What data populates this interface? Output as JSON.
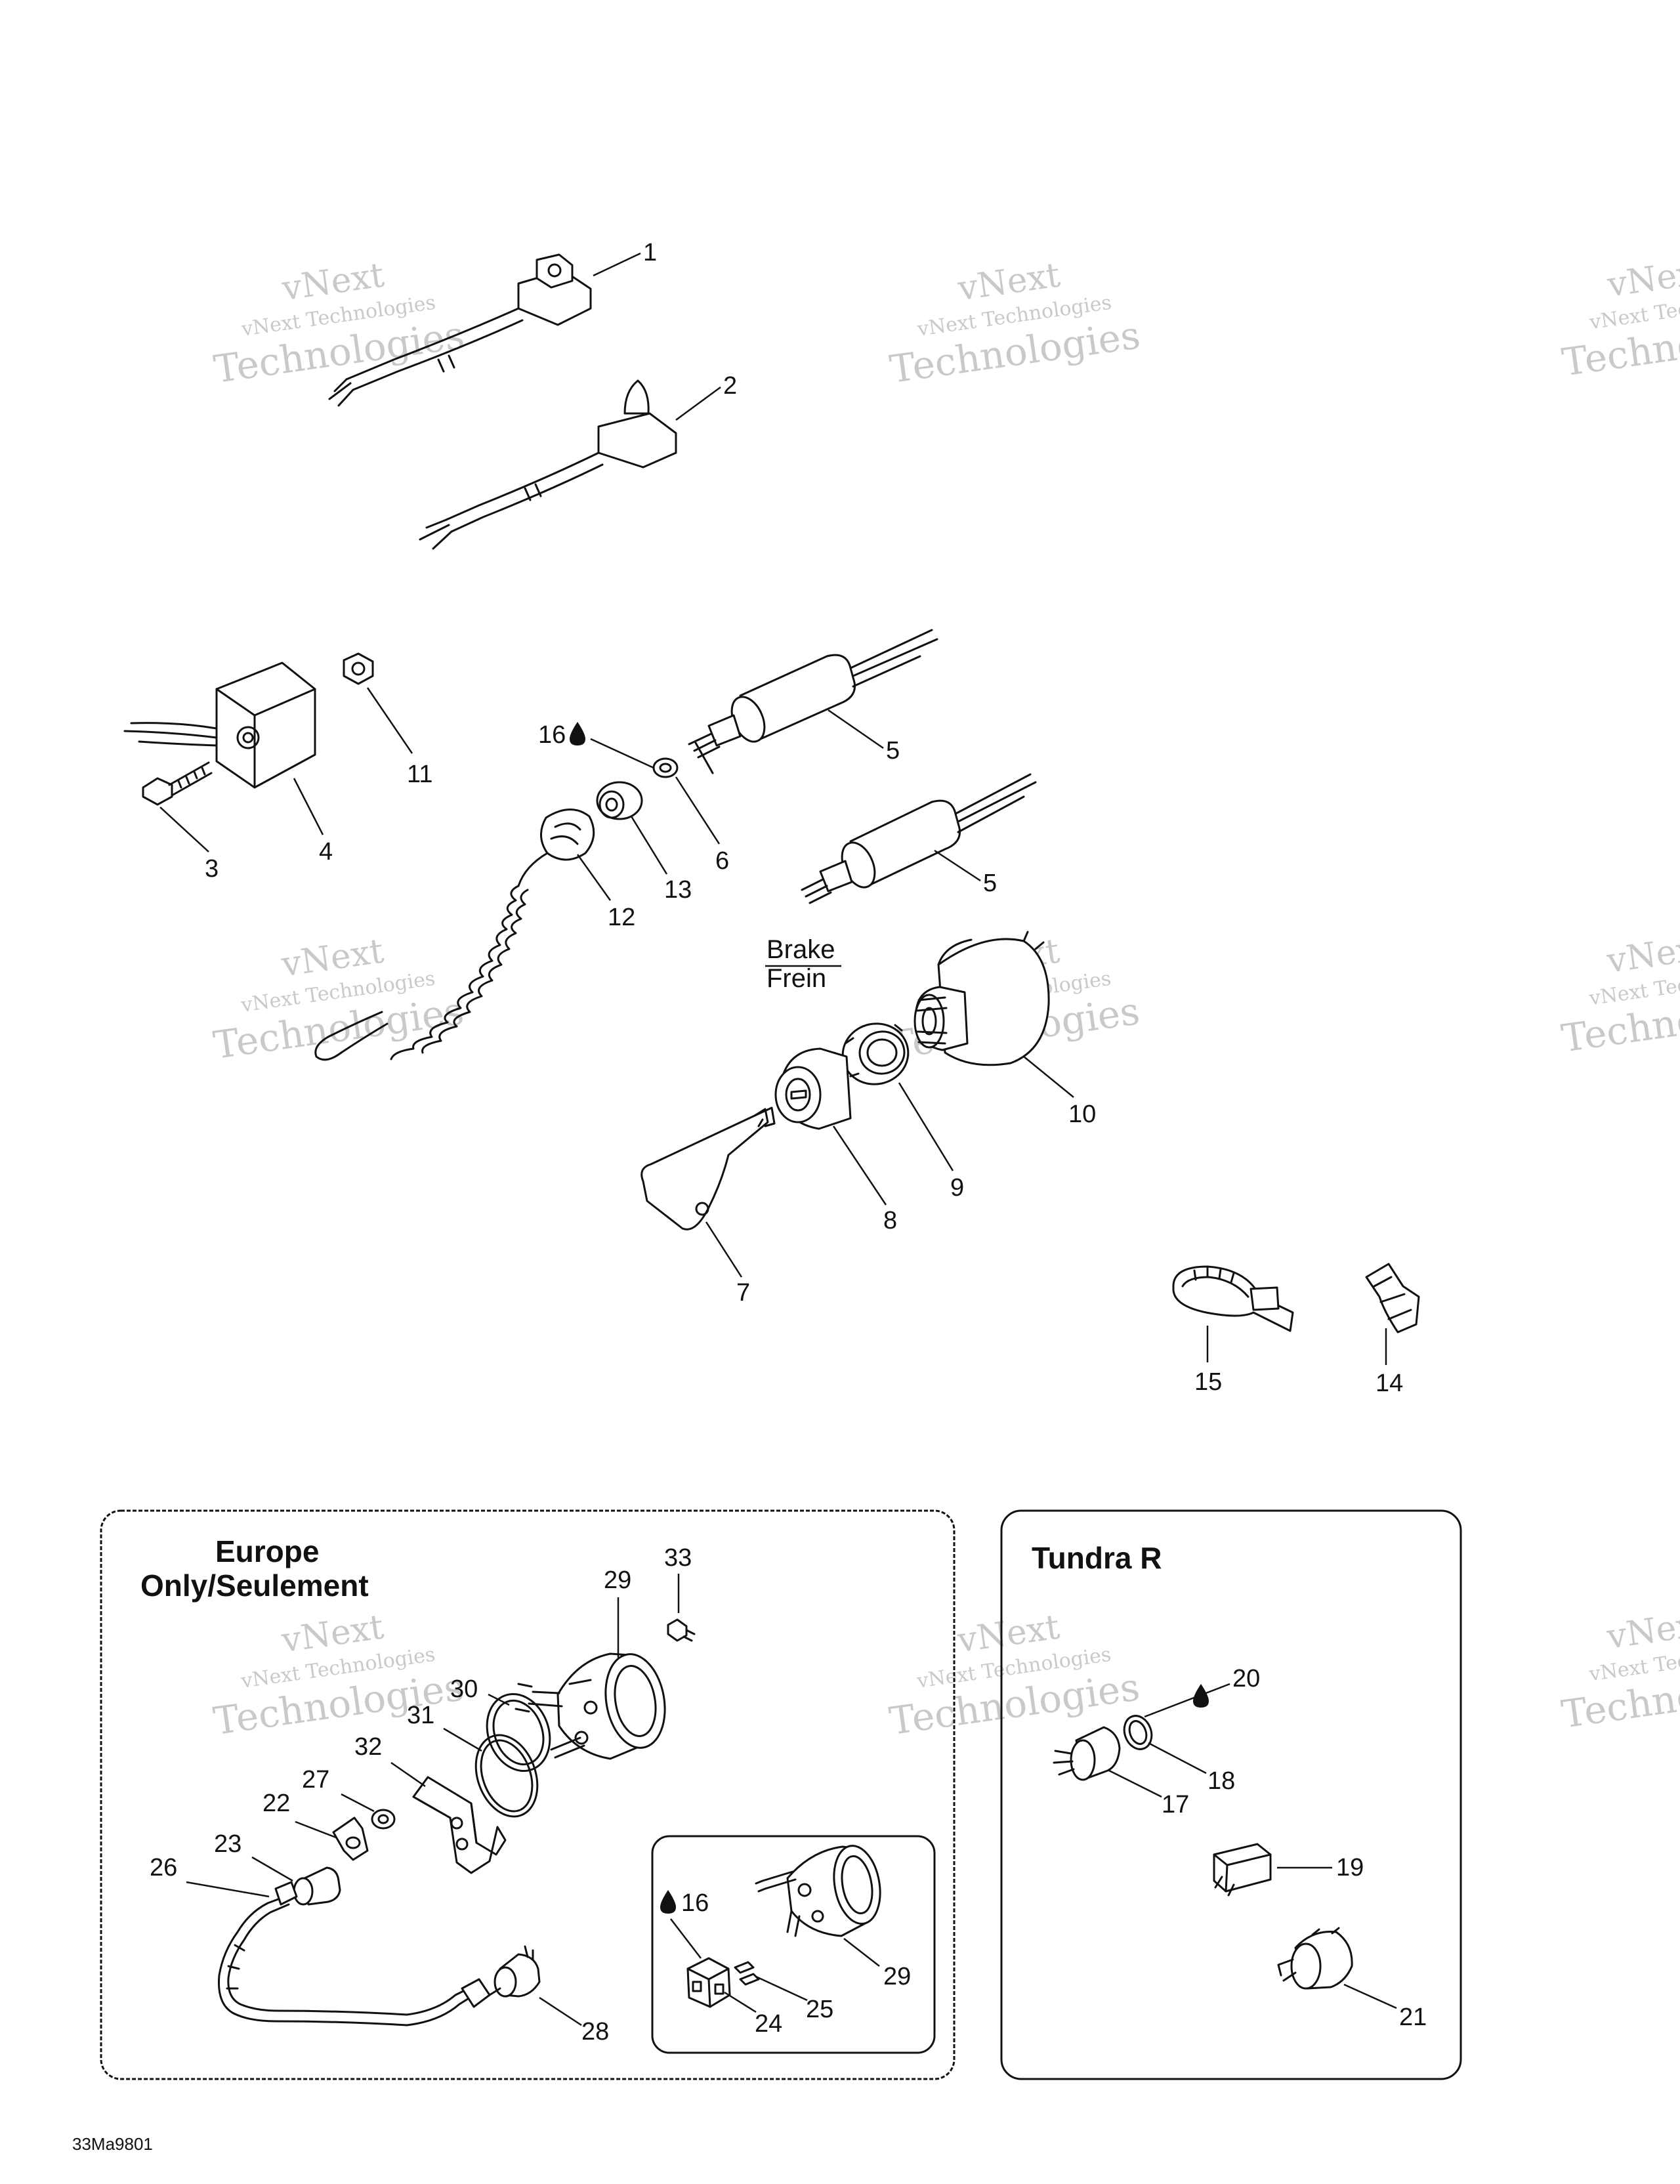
{
  "document": {
    "drawing_code": "33Ma9801",
    "watermark": {
      "line1": "vNext",
      "line2": "vNext Technologies",
      "line3": "Technologies"
    }
  },
  "panels": {
    "europe": {
      "title_line1": "Europe",
      "title_line2": "Only/Seulement"
    },
    "tundra": {
      "title": "Tundra R"
    }
  },
  "brake_label": {
    "line1": "Brake",
    "line2": "Frein"
  },
  "callouts": {
    "c1": "1",
    "c2": "2",
    "c3": "3",
    "c4": "4",
    "c5a": "5",
    "c5b": "5",
    "c6": "6",
    "c7": "7",
    "c8": "8",
    "c9": "9",
    "c10": "10",
    "c11": "11",
    "c12": "12",
    "c13": "13",
    "c14": "14",
    "c15": "15",
    "c16a": "16",
    "c17": "17",
    "c18": "18",
    "c19": "19",
    "c20": "20",
    "c21": "21",
    "c22": "22",
    "c23": "23",
    "c24": "24",
    "c25": "25",
    "c26": "26",
    "c27": "27",
    "c28": "28",
    "c29a": "29",
    "c29b": "29",
    "c30": "30",
    "c31": "31",
    "c32": "32",
    "c33": "33",
    "c16b": "16"
  }
}
